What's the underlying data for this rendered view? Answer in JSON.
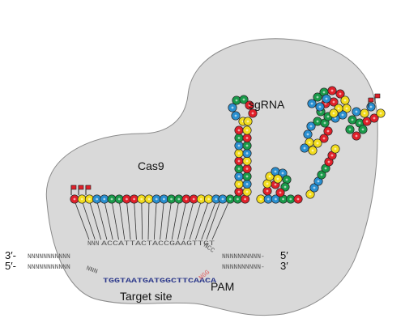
{
  "labels": {
    "protein": "Cas9",
    "guide": "sgRNA",
    "target_site": "Target site",
    "pam": "PAM"
  },
  "dna": {
    "top_left_end": "3′-",
    "top_left_seq": "NNNNNNNNNNN",
    "top_nnn": "NNN",
    "top_target": "ACCATTACTACCGAAGTTGT",
    "top_ncc": "NCC",
    "top_right_seq": "NNNNNNNNNN-",
    "top_right_end": "5′",
    "bottom_left_end": "5′-",
    "bottom_left_seq": "NNNNNNNNNNN",
    "bottom_nnn": "NNN",
    "bottom_right_seq": "NNNNNNNNNN-",
    "bottom_right_end": "3′",
    "target_seq": "TGGTAATGATGGCTTCAACA",
    "pam_seq": "NGG"
  },
  "colors": {
    "protein_body": "#d9d9d9",
    "protein_outline": "#8a8a8a",
    "nt_red": "#e0202a",
    "nt_green": "#1a9a4a",
    "nt_blue": "#2a8fd0",
    "nt_yellow": "#f2dc1e",
    "target_text": "#2e3a8c",
    "pam_text": "#e06060",
    "dna_text": "#555555"
  }
}
